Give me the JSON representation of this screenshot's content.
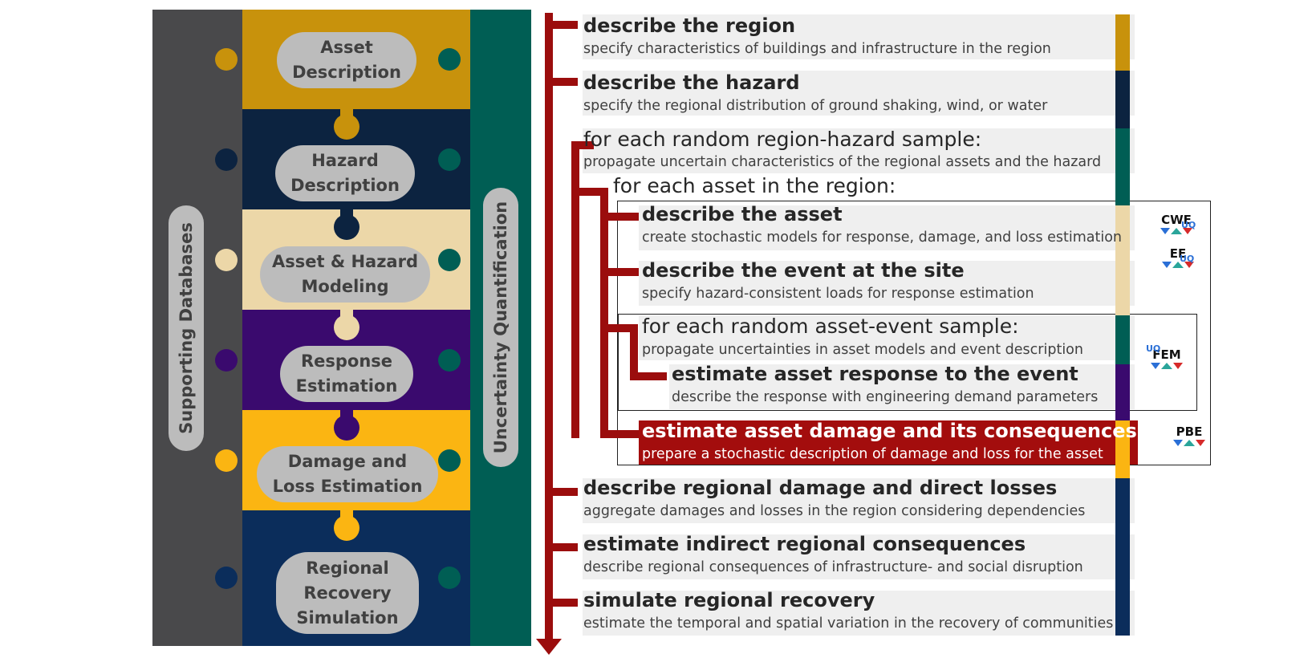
{
  "left_panel": {
    "side_left_label": "Supporting Databases",
    "side_right_label": "Uncertainty Quantification",
    "pieces": [
      {
        "line1": "Asset",
        "line2": "Description",
        "line3": "",
        "color": "#c8920c"
      },
      {
        "line1": "Hazard",
        "line2": "Description",
        "line3": "",
        "color": "#0c2340"
      },
      {
        "line1": "Asset & Hazard",
        "line2": "Modeling",
        "line3": "",
        "color": "#ecd7a8"
      },
      {
        "line1": "Response",
        "line2": "Estimation",
        "line3": "",
        "color": "#3a0a6e"
      },
      {
        "line1": "Damage and",
        "line2": "Loss Estimation",
        "line3": "",
        "color": "#fbb512"
      },
      {
        "line1": "Regional",
        "line2": "Recovery",
        "line3": "Simulation",
        "color": "#0b2d5b"
      }
    ],
    "colors": {
      "databases": "#49494b",
      "uq": "#005e54"
    }
  },
  "flow": {
    "steps": [
      {
        "title": "describe the region",
        "desc": "specify characteristics of buildings and infrastructure in the region"
      },
      {
        "title": "describe the hazard",
        "desc": "specify the regional distribution of ground shaking, wind, or water"
      },
      {
        "title": "for each random region-hazard sample:",
        "desc": "propagate uncertain characteristics of the regional assets and the hazard"
      },
      {
        "title": "for each asset in the region:",
        "desc": ""
      },
      {
        "title": "describe the asset",
        "desc": "create stochastic models for response, damage, and loss estimation"
      },
      {
        "title": "describe the event at the site",
        "desc": "specify hazard-consistent loads for response estimation"
      },
      {
        "title": "for each random asset-event sample:",
        "desc": "propagate uncertainties in asset models and event description"
      },
      {
        "title": "estimate asset response to the event",
        "desc": "describe the response with engineering demand parameters"
      },
      {
        "title": "estimate asset damage and its consequences",
        "desc": "prepare a stochastic description of damage and loss for the asset"
      },
      {
        "title": "describe regional damage and direct losses",
        "desc": "aggregate damages and losses in the region considering dependencies"
      },
      {
        "title": "estimate indirect regional consequences",
        "desc": "describe regional consequences of infrastructure- and social disruption"
      },
      {
        "title": "simulate regional recovery",
        "desc": "estimate the temporal and spatial variation in the recovery of communities"
      }
    ],
    "colors": {
      "arrow": "#9b0d0d",
      "highlight_bg": "#a30d0d"
    }
  },
  "logos": [
    {
      "main": "CWE",
      "badge": "UQ"
    },
    {
      "main": "EE",
      "badge": "UQ"
    },
    {
      "main": "FEM",
      "badge": "UQ"
    },
    {
      "main": "PBE",
      "badge": ""
    }
  ]
}
